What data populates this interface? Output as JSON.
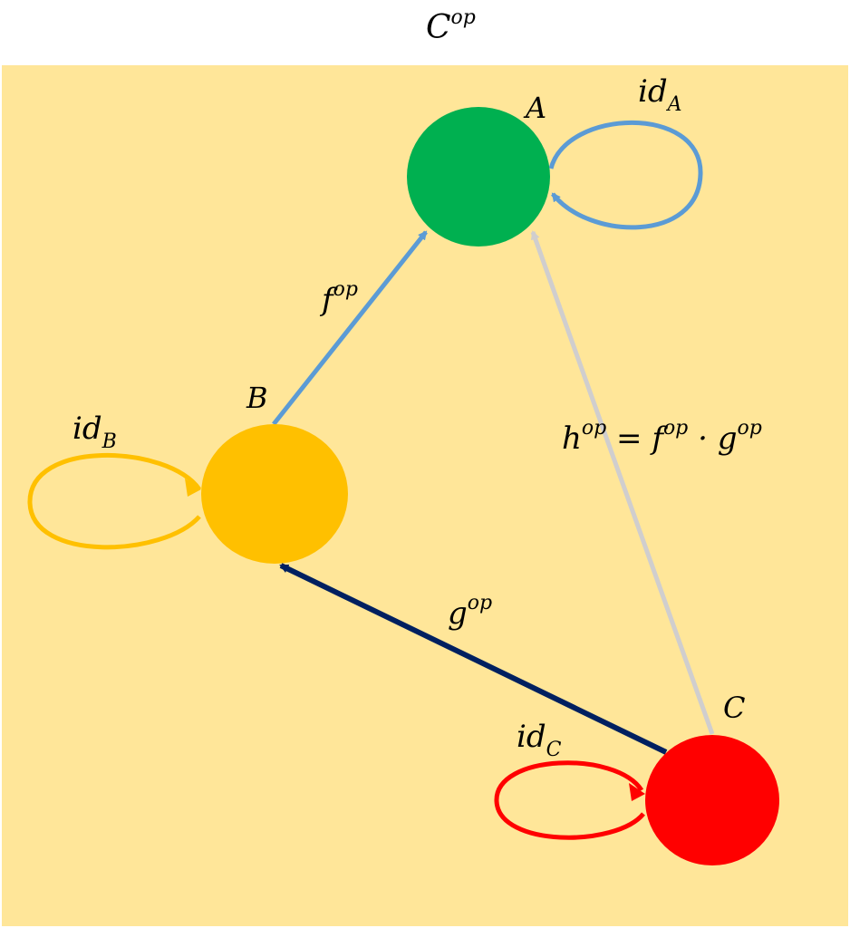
{
  "title": {
    "base": "C",
    "sup": "op"
  },
  "colors": {
    "background": "#FFE699",
    "node_A": "#00B050",
    "node_B": "#FFC000",
    "node_C": "#FF0000",
    "arrow_f": "#5B9BD5",
    "arrow_g": "#002060",
    "arrow_h": "#D0CECE",
    "loop_A": "#5B9BD5",
    "loop_B": "#FFC000",
    "loop_C": "#FF0000"
  },
  "nodes": {
    "A": {
      "label": "A"
    },
    "B": {
      "label": "B"
    },
    "C": {
      "label": "C"
    }
  },
  "loops": {
    "A": {
      "base": "id",
      "sub": "A"
    },
    "B": {
      "base": "id",
      "sub": "B"
    },
    "C": {
      "base": "id",
      "sub": "C"
    }
  },
  "arrows": {
    "f": {
      "base": "f",
      "sup": "op"
    },
    "g": {
      "base": "g",
      "sup": "op"
    },
    "h": {
      "lhs_base": "h",
      "lhs_sup": "op",
      "equals": " = ",
      "f_base": "f",
      "f_sup": "op",
      "dot": " · ",
      "g_base": "g",
      "g_sup": "op"
    }
  }
}
